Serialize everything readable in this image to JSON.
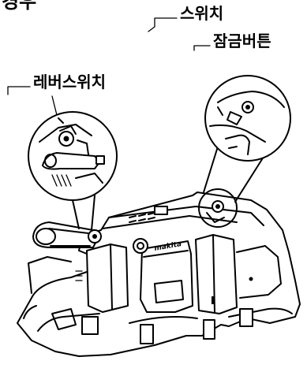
{
  "heading": "경우",
  "labels": {
    "switch": "스위치",
    "lock_button": "잠금버튼",
    "lever_switch": "레버스위치"
  },
  "brand_mark": "makita",
  "colors": {
    "line": "#000000",
    "background": "#ffffff"
  }
}
